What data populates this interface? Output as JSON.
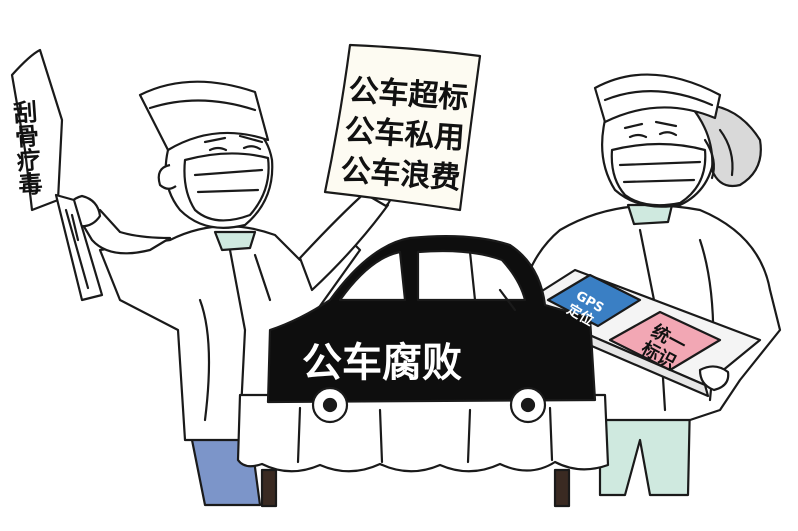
{
  "cleaver_text": "刮骨疗毒",
  "sign": {
    "lines": [
      "公车超标",
      "公车私用",
      "公车浪费"
    ]
  },
  "car_label": "公车腐败",
  "tray": {
    "gps_line1": "GPS",
    "gps_line2": "定位",
    "uniform_line1": "统一",
    "uniform_line2": "标识"
  },
  "colors": {
    "gps_tile": "#3a7fc4",
    "uniform_tile": "#f2a7b4",
    "mint_clothing": "#cfe9df",
    "blue_trousers": "#7c95c9"
  }
}
